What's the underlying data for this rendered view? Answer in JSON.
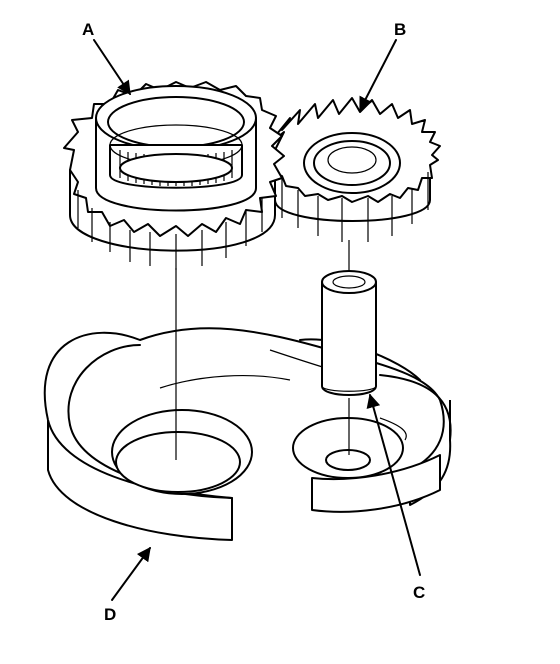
{
  "callouts": {
    "a": "A",
    "b": "B",
    "c": "C",
    "d": "D"
  },
  "colors": {
    "line": "#000000",
    "background": "#ffffff"
  }
}
